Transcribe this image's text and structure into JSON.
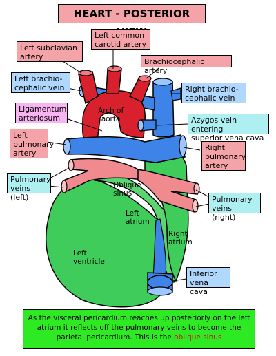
{
  "title": "HEART - POSTERIOR VIEW",
  "labels": {
    "left_common_carotid": "Left common\ncarotid artery",
    "left_subclavian": "Left subclavian\nartery",
    "brachiocephalic_artery": "Brachiocephalic artery",
    "left_brachiocephalic_vein": "Left brachio-\ncephalic vein",
    "right_brachiocephalic_vein": "Right brachio-\ncephalic vein",
    "ligamentum_arteriosum": "Ligamentum\narteriosum",
    "azygos": "Azygos vein entering\nsuperior vena cava",
    "left_pulmonary_artery": "Left\npulmonary\nartery",
    "right_pulmonary_artery": "Right\npulmonary\nartery",
    "pulmonary_veins_left": "Pulmonary\nveins (left)",
    "pulmonary_veins_right": "Pulmonary\nveins (right)",
    "inferior_vena_cava": "Inferior\nvena cava"
  },
  "parts": {
    "arch_of_aorta": "Arch of\naorta",
    "oblique_sinus": "Oblique\nsinus",
    "left_atrium": "Left\natrium",
    "right_atrium": "Right\natrium",
    "left_ventricle": "Left\nventricle"
  },
  "note": {
    "text": "As the visceral pericardium reaches up posteriorly on the left atrium it reflects off the pulmonary veins to become the parietal pericardium. This is the ",
    "highlight": "oblique sinus"
  },
  "colors": {
    "artery_red": "#d9212e",
    "vein_blue": "#3e84e8",
    "pulmonary_artery_pink": "#f08a8f",
    "ventricle_green": "#3fcc5a",
    "atrium_green": "#5bd56f"
  }
}
